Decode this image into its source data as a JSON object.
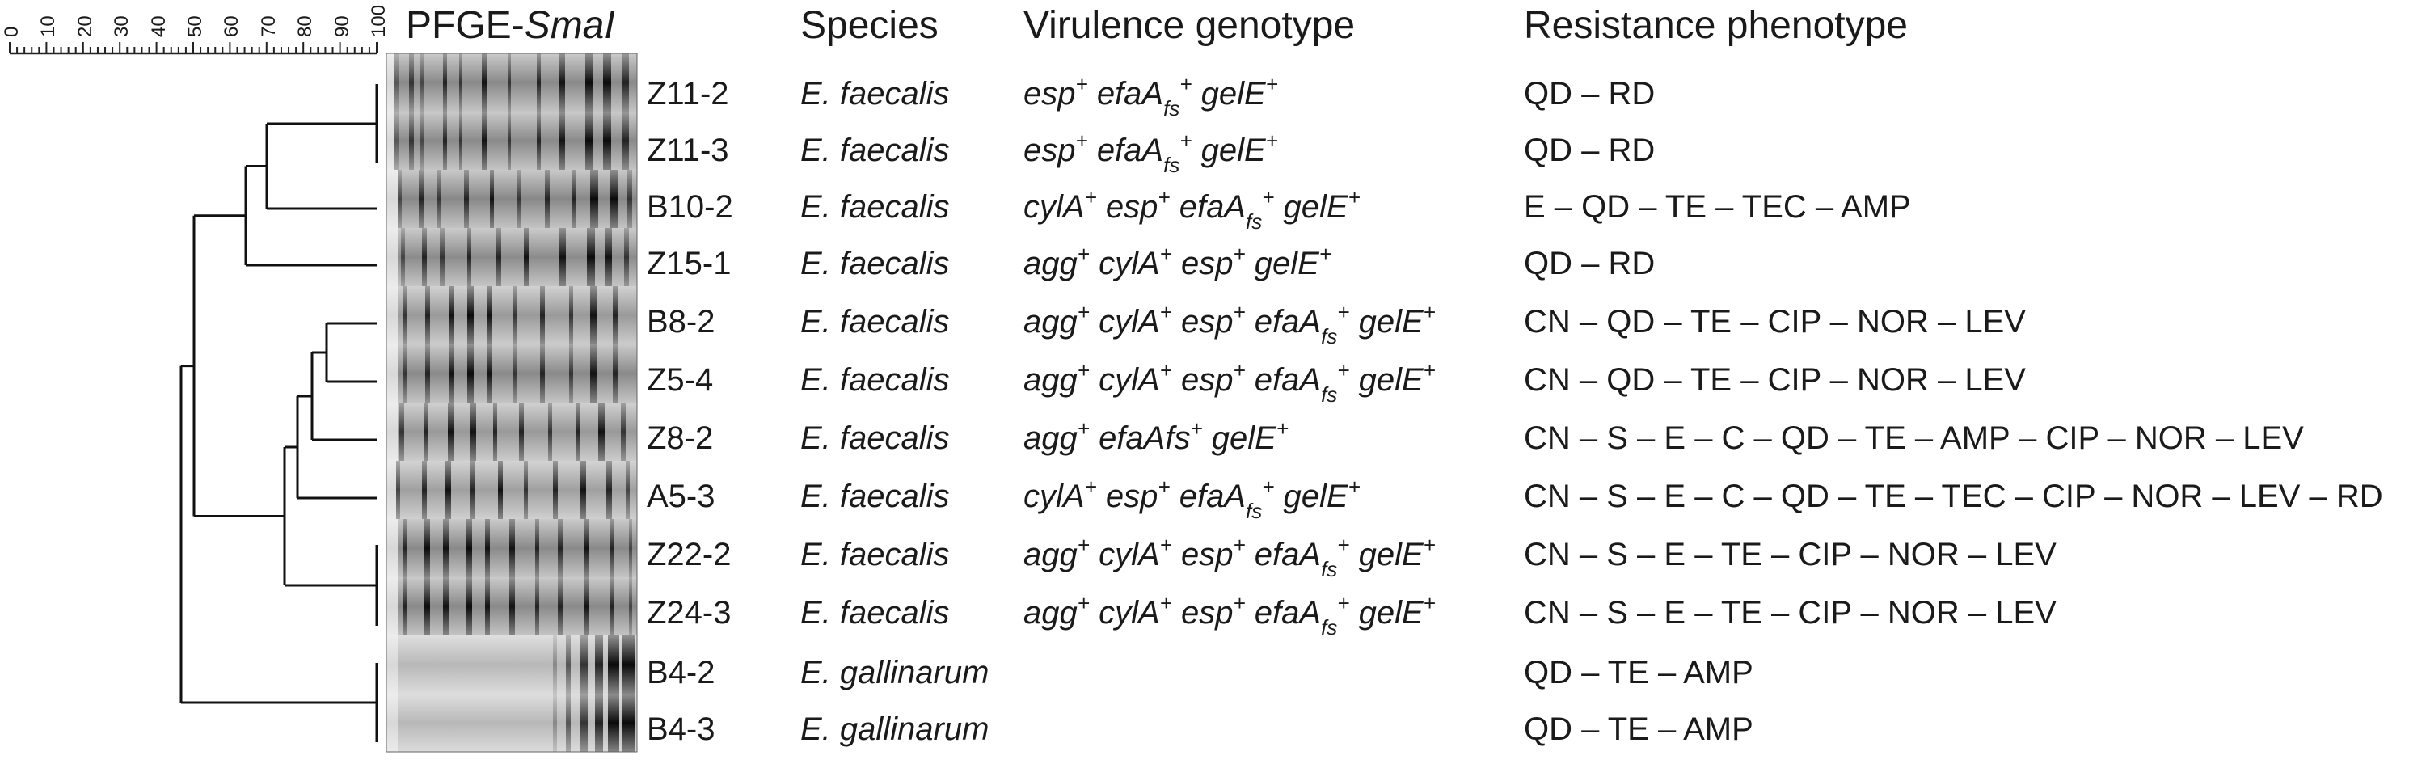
{
  "figure": {
    "scale_ticks": [
      "0",
      "10",
      "20",
      "30",
      "40",
      "50",
      "60",
      "70",
      "80",
      "90",
      "100"
    ],
    "gel_title_prefix": "PFGE-",
    "gel_title_enzyme": "SmaI",
    "headers": {
      "species": "Species",
      "virulence": "Virulence genotype",
      "resistance": "Resistance phenotype"
    },
    "rows": [
      {
        "id": "Z11-2",
        "species": "E. faecalis",
        "genes": [
          {
            "n": "esp"
          },
          {
            "n": "efaA",
            "s": "fs"
          },
          {
            "n": "gelE"
          }
        ],
        "resistance": "QD – RD"
      },
      {
        "id": "Z11-3",
        "species": "E. faecalis",
        "genes": [
          {
            "n": "esp"
          },
          {
            "n": "efaA",
            "s": "fs"
          },
          {
            "n": "gelE"
          }
        ],
        "resistance": "QD – RD"
      },
      {
        "id": "B10-2",
        "species": "E. faecalis",
        "genes": [
          {
            "n": "cylA"
          },
          {
            "n": "esp"
          },
          {
            "n": "efaA",
            "s": "fs"
          },
          {
            "n": "gelE"
          }
        ],
        "resistance": "E – QD – TE  – TEC – AMP"
      },
      {
        "id": "Z15-1",
        "species": "E. faecalis",
        "genes": [
          {
            "n": "agg"
          },
          {
            "n": "cylA"
          },
          {
            "n": "esp"
          },
          {
            "n": "gelE"
          }
        ],
        "resistance": "QD – RD"
      },
      {
        "id": "B8-2",
        "species": "E. faecalis",
        "genes": [
          {
            "n": "agg"
          },
          {
            "n": "cylA"
          },
          {
            "n": "esp"
          },
          {
            "n": "efaA",
            "s": "fs"
          },
          {
            "n": "gelE"
          }
        ],
        "resistance": "CN – QD – TE – CIP – NOR – LEV"
      },
      {
        "id": "Z5-4",
        "species": "E. faecalis",
        "genes": [
          {
            "n": "agg"
          },
          {
            "n": "cylA"
          },
          {
            "n": "esp"
          },
          {
            "n": "efaA",
            "s": "fs"
          },
          {
            "n": "gelE"
          }
        ],
        "resistance": "CN – QD – TE  – CIP – NOR – LEV"
      },
      {
        "id": "Z8-2",
        "species": "E. faecalis",
        "genes": [
          {
            "n": "agg"
          },
          {
            "n": "efaAfs"
          },
          {
            "n": "gelE"
          }
        ],
        "resistance": "CN – S – E – C – QD – TE  – AMP – CIP – NOR – LEV"
      },
      {
        "id": "A5-3",
        "species": "E. faecalis",
        "genes": [
          {
            "n": "cylA"
          },
          {
            "n": "esp"
          },
          {
            "n": "efaA",
            "s": "fs"
          },
          {
            "n": "gelE"
          }
        ],
        "resistance": "CN – S – E – C – QD – TE  – TEC – CIP – NOR – LEV – RD"
      },
      {
        "id": "Z22-2",
        "species": "E. faecalis",
        "genes": [
          {
            "n": "agg"
          },
          {
            "n": "cylA"
          },
          {
            "n": "esp"
          },
          {
            "n": "efaA",
            "s": "fs"
          },
          {
            "n": "gelE"
          }
        ],
        "resistance": "CN – S – E – TE – CIP – NOR – LEV"
      },
      {
        "id": "Z24-3",
        "species": "E. faecalis",
        "genes": [
          {
            "n": "agg"
          },
          {
            "n": "cylA"
          },
          {
            "n": "esp"
          },
          {
            "n": "efaA",
            "s": "fs"
          },
          {
            "n": "gelE"
          }
        ],
        "resistance": "CN – S – E – TE  – CIP – NOR – LEV"
      },
      {
        "id": "B4-2",
        "species": "E. gallinarum",
        "genes": [],
        "resistance": "QD – TE – AMP"
      },
      {
        "id": "B4-3",
        "species": "E. gallinarum",
        "genes": [],
        "resistance": "QD – TE – AMP"
      }
    ]
  }
}
